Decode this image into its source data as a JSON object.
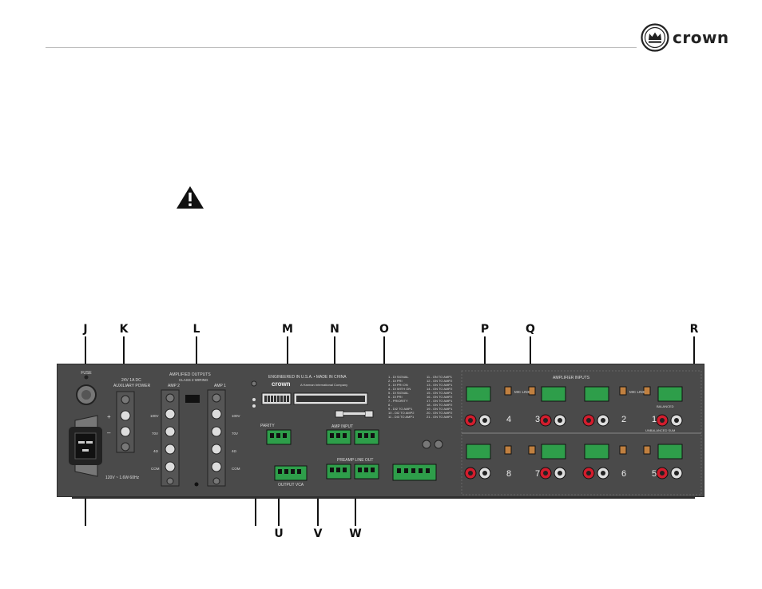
{
  "header": {
    "logo_text": "crown"
  },
  "callouts": {
    "top": [
      "J",
      "K",
      "L",
      "M",
      "N",
      "O",
      "P",
      "Q",
      "R"
    ],
    "bottom": [
      "U",
      "V",
      "W"
    ]
  },
  "panel": {
    "fuse_label": "FUSE",
    "aux_power_label": "24V 1A DC",
    "aux_power_title": "AUXILIARY POWER",
    "mains_label": "120V ~ 1.6W 60Hz",
    "amplified_outputs_title": "AMPLIFIED OUTPUTS",
    "class_wiring": "CLASS 2 WIRING",
    "amp2_label": "AMP 2",
    "amp1_label": "AMP 1",
    "tap_labels": [
      "100V",
      "70V",
      "4Ω",
      "COM"
    ],
    "made_in": "ENGINEERED IN U.S.A. • MADE IN CHINA",
    "brand": "crown",
    "brand_sub": "A Harman International Company",
    "paging_label": "PARITY",
    "amp_input_label": "AMP INPUT",
    "preamp_line_out_label": "PREAMP LINE OUT",
    "output_vca_label": "OUTPUT VCA",
    "amplifier_inputs_title": "AMPLIFIER INPUTS",
    "balanced_label": "BALANCED",
    "unbalanced_sum_label": "UNBALANCED SUM",
    "mic_line_label": "MIC LINE",
    "channel_numbers": [
      "4",
      "3",
      "2",
      "1",
      "8",
      "7",
      "6",
      "5"
    ],
    "dip_legend_left": [
      "1 - DI SIGNAL",
      "2 - DI PRI",
      "3 - DI PRI ON",
      "4 - DI WITH ON",
      "5 - DI SIGNAL",
      "6 - DI PRI",
      "7 - PRIORITY",
      "8 -",
      "9 - DI2 TO AMP1",
      "10 - DI2 TO AMP2",
      "11 - DI3 TO AMP1"
    ],
    "dip_legend_right": [
      "11 - ON TO AMP1",
      "12 - ON TO AMP2",
      "13 - ON TO AMP1",
      "14 - ON TO AMP2",
      "15 - ON TO AMP1",
      "16 - ON TO AMP2",
      "17 - ON TO AMP1",
      "18 - ON TO AMP2",
      "19 - ON TO AMP1",
      "20 - ON TO AMP2",
      "21 - ON TO AMP1"
    ]
  }
}
